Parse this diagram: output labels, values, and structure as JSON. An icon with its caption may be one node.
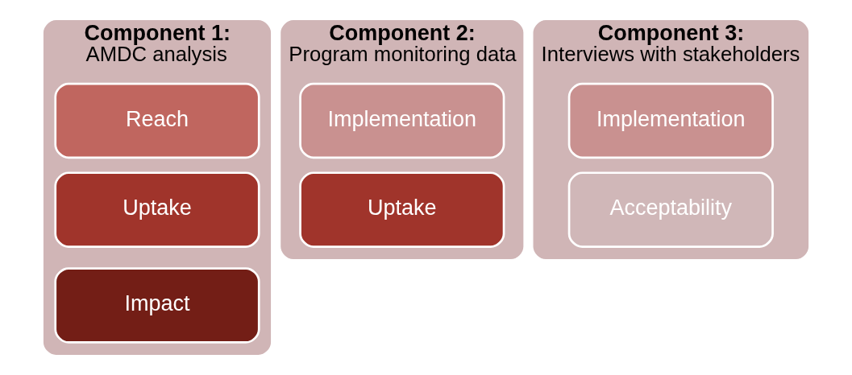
{
  "diagram": {
    "nodes": [
      {
        "text": [
          "Component 1:",
          "AMDC analysis"
        ]
      },
      {
        "text": [
          "Reach"
        ],
        "in": 0
      },
      {
        "text": [
          "Uptake"
        ],
        "in": 0
      },
      {
        "text": [
          "Impact"
        ],
        "in": 0
      },
      {
        "text": [
          "Component 2:",
          "Program monitoring data"
        ]
      },
      {
        "text": [
          "Implementation"
        ],
        "in": 4
      },
      {
        "text": [
          "Uptake"
        ],
        "in": 4
      },
      {
        "text": [
          "Component 3:",
          "Interviews with stakeholders"
        ]
      },
      {
        "text": [
          "Implementation"
        ],
        "in": 7
      },
      {
        "text": [
          "Acceptability"
        ],
        "in": 7
      }
    ],
    "edges": []
  }
}
